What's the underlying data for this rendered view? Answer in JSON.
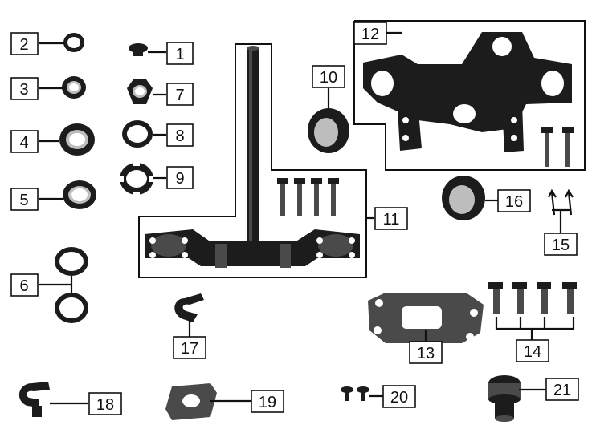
{
  "callouts": [
    {
      "id": "1",
      "label": "1"
    },
    {
      "id": "2",
      "label": "2"
    },
    {
      "id": "3",
      "label": "3"
    },
    {
      "id": "4",
      "label": "4"
    },
    {
      "id": "5",
      "label": "5"
    },
    {
      "id": "6",
      "label": "6"
    },
    {
      "id": "7",
      "label": "7"
    },
    {
      "id": "8",
      "label": "8"
    },
    {
      "id": "9",
      "label": "9"
    },
    {
      "id": "10",
      "label": "10"
    },
    {
      "id": "11",
      "label": "11"
    },
    {
      "id": "12",
      "label": "12"
    },
    {
      "id": "13",
      "label": "13"
    },
    {
      "id": "14",
      "label": "14"
    },
    {
      "id": "15",
      "label": "15"
    },
    {
      "id": "16",
      "label": "16"
    },
    {
      "id": "17",
      "label": "17"
    },
    {
      "id": "18",
      "label": "18"
    },
    {
      "id": "19",
      "label": "19"
    },
    {
      "id": "20",
      "label": "20"
    },
    {
      "id": "21",
      "label": "21"
    }
  ],
  "colors": {
    "ink": "#111111",
    "part_dark": "#1c1c1c",
    "part_mid": "#4a4a4a",
    "part_light": "#bdbdbd",
    "background": "#ffffff"
  }
}
